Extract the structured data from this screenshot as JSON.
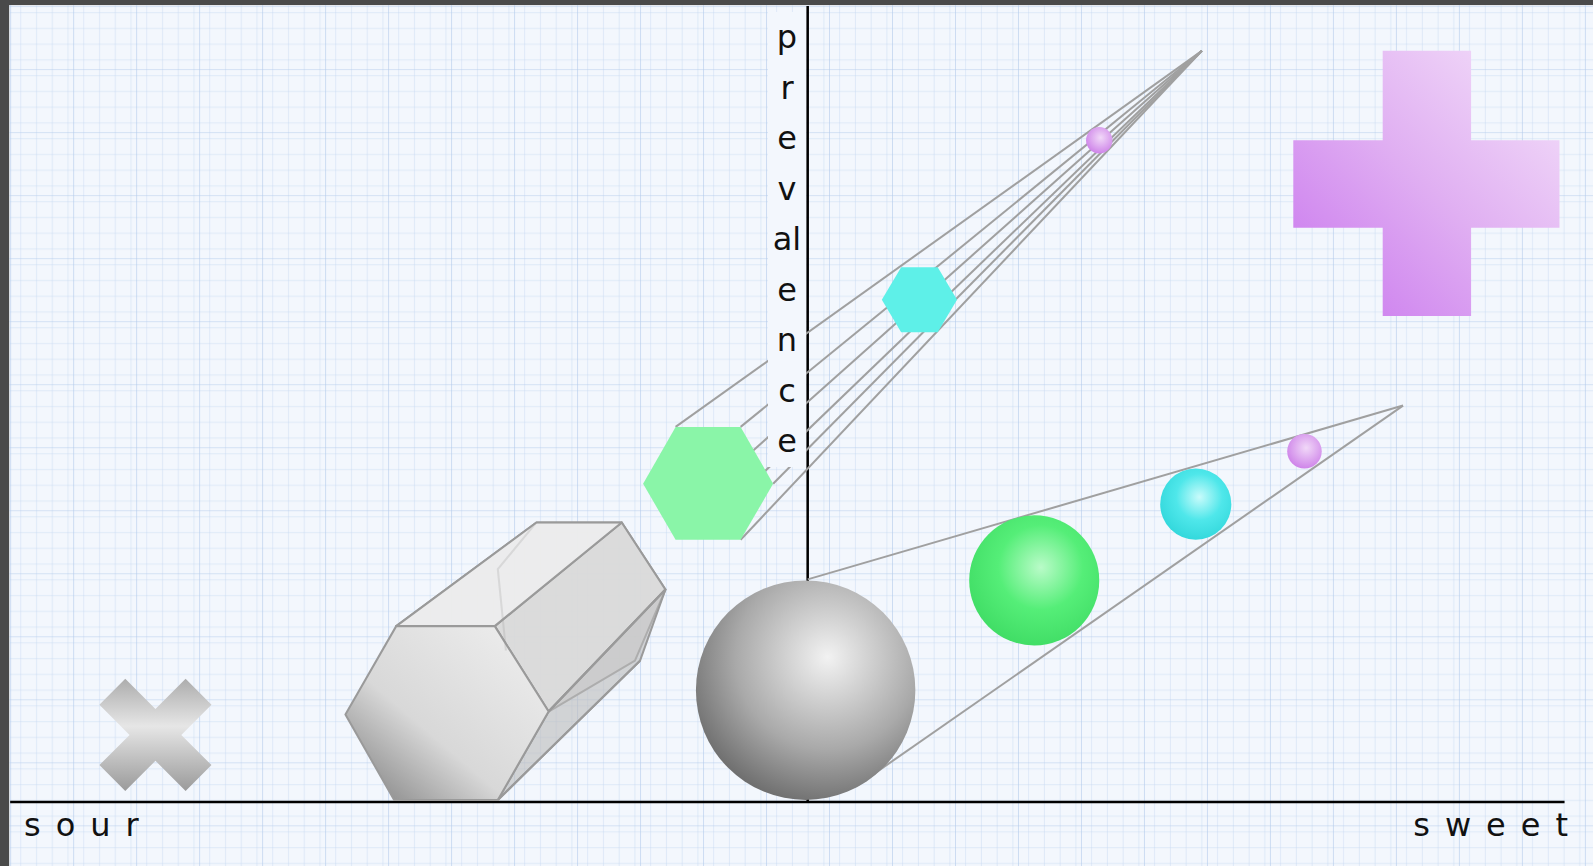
{
  "diagram": {
    "labels": [
      "sour",
      "sweet",
      "prevalence"
    ]
  }
}
